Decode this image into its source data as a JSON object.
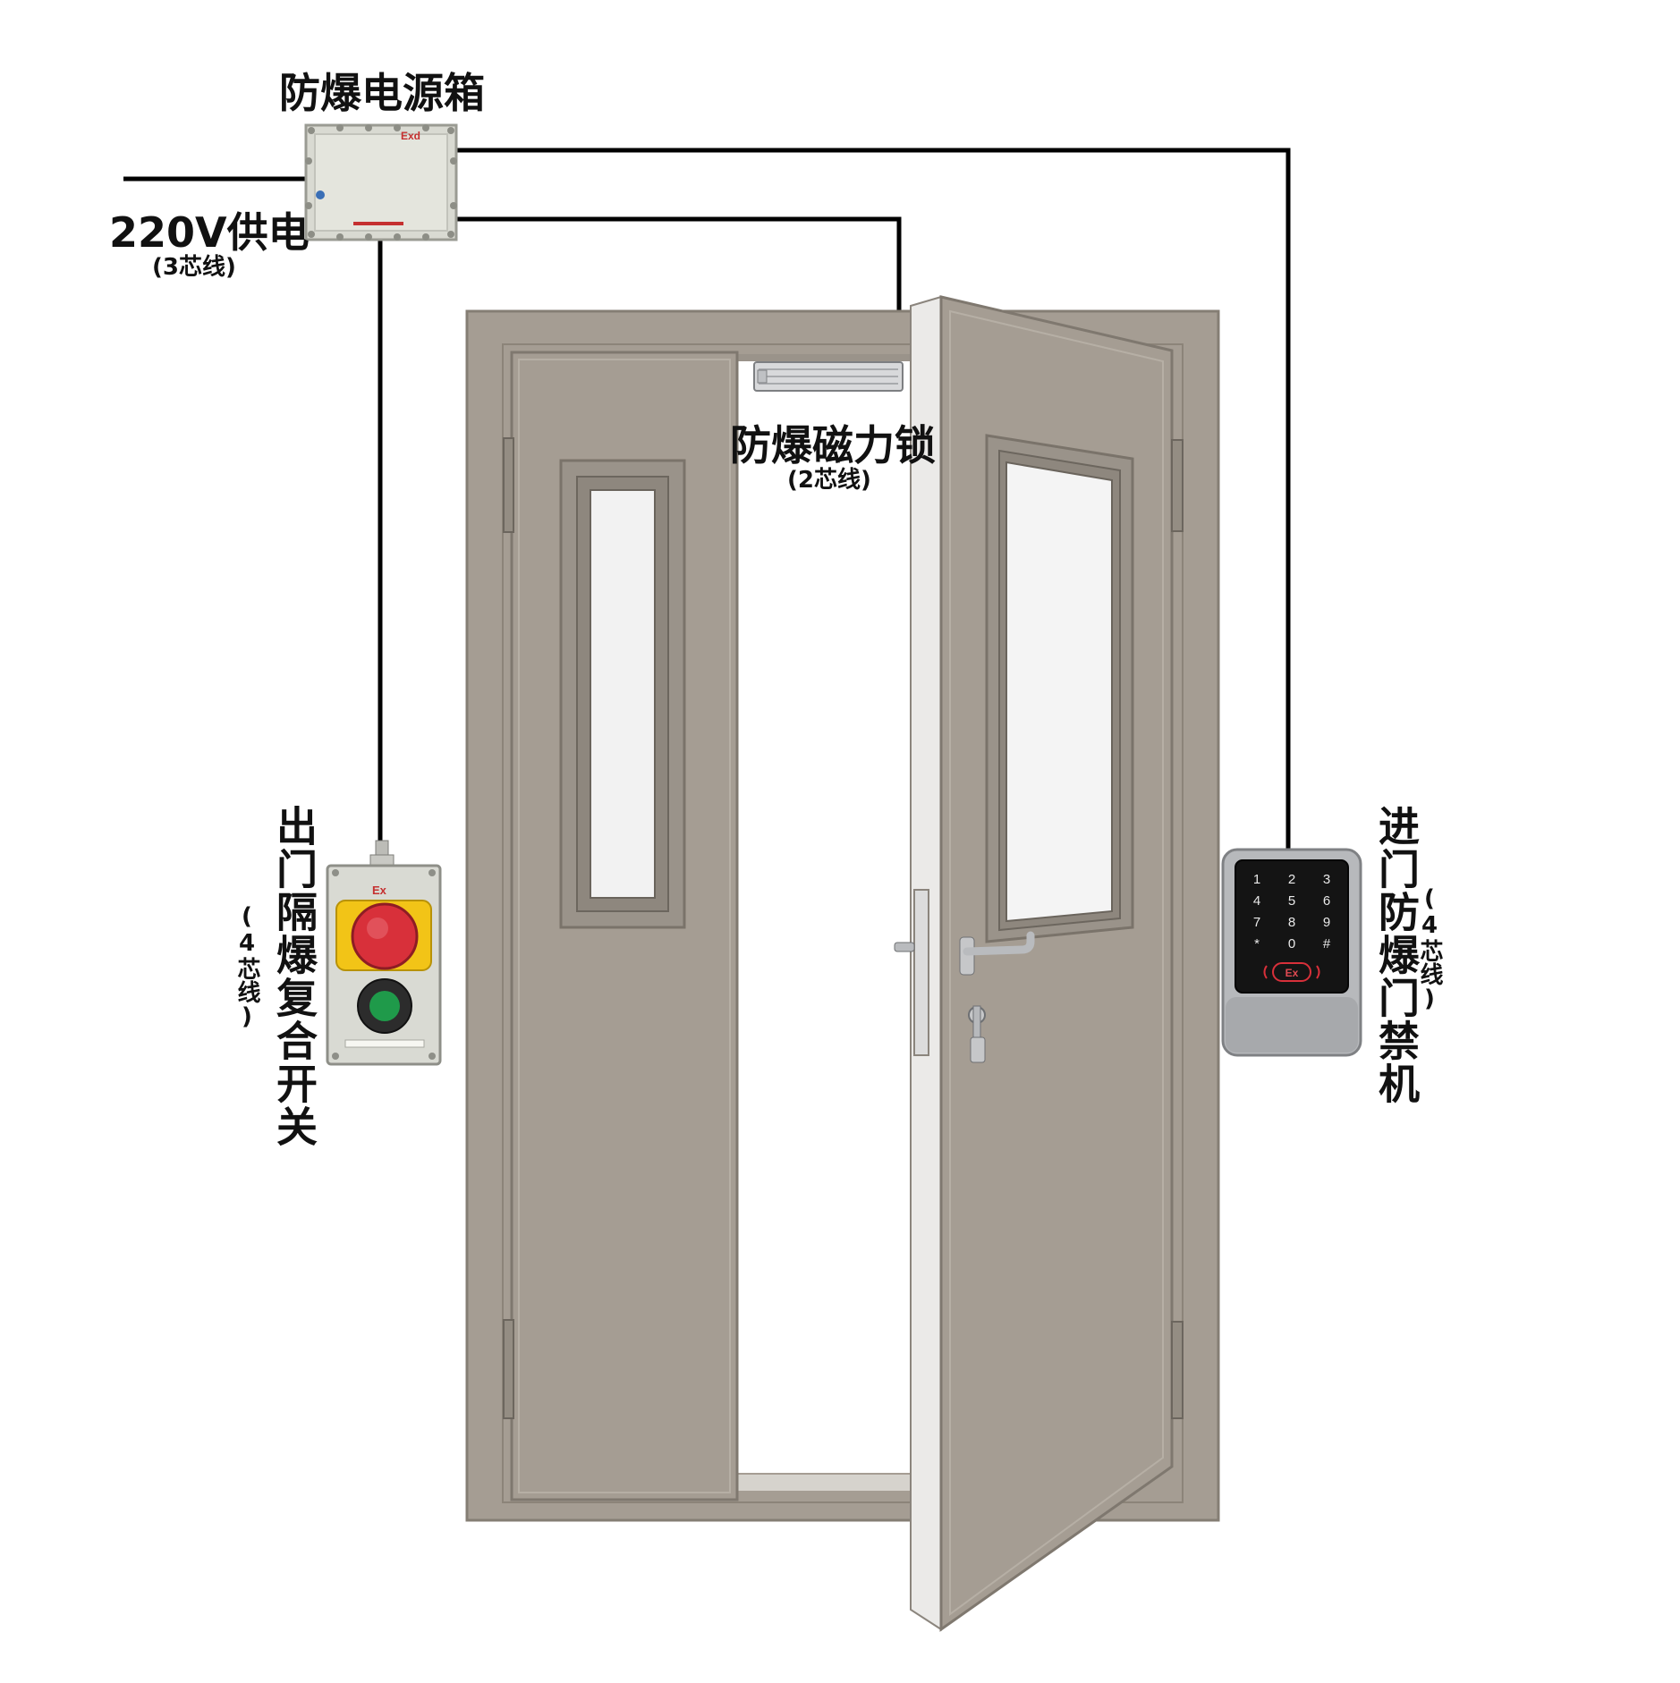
{
  "labels": {
    "power_box": "防爆电源箱",
    "power_supply": "220V供电",
    "power_supply_cores": "(3芯线)",
    "mag_lock": "防爆磁力锁",
    "mag_lock_cores": "(2芯线)",
    "exit_switch": "出门隔爆复合开关",
    "exit_switch_cores": "(4芯线)",
    "access_ctrl": "进门防爆门禁机",
    "access_ctrl_cores": "(4芯线)"
  },
  "device_marks": {
    "power_box_tag": "Exd",
    "switch_tag": "Ex",
    "keypad_ex": "Ex",
    "keypad_keys": [
      "1",
      "2",
      "3",
      "4",
      "5",
      "6",
      "7",
      "8",
      "9",
      "*",
      "0",
      "#"
    ]
  },
  "colors": {
    "door": "#a59d93",
    "door_dark": "#8c8479",
    "wire": "#000000",
    "box": "#d9dad2",
    "estop_red": "#d8303a",
    "estop_yellow": "#f2c417",
    "go_green": "#1f9a4a",
    "keypad_face": "#141414",
    "keypad_frame": "#b7b9bc"
  }
}
